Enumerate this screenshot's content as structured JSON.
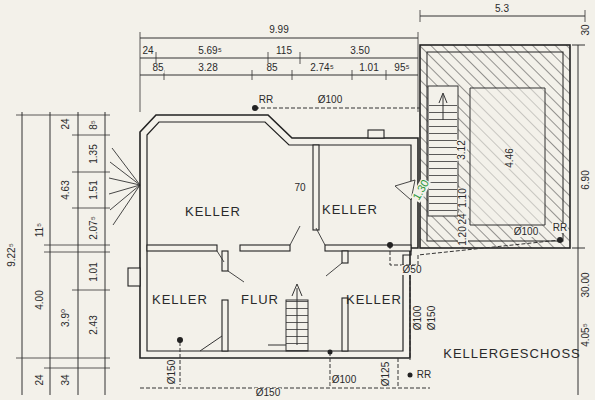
{
  "diagram": {
    "nodes": [
      {
        "text": [
          "KELLER"
        ]
      },
      {
        "text": [
          "KELLER"
        ]
      },
      {
        "text": [
          "KELLER"
        ]
      },
      {
        "text": [
          "FLUR"
        ]
      },
      {
        "text": [
          "KELLER"
        ]
      }
    ],
    "labels": [
      "9.99",
      "5.3",
      "30",
      "24",
      "5.69⁵",
      "115",
      "3.50",
      "85",
      "3.28",
      "85",
      "2.74⁵",
      "1.01",
      "95⁵",
      "RR",
      "Ø100",
      "9.22⁵",
      "11⁵",
      "4.00",
      "24",
      "24",
      "4.63",
      "3.9⁰",
      "34",
      "8⁵",
      "1.35",
      "1.51",
      "2.07⁵",
      "1.01",
      "2.43",
      "70",
      "1.30",
      "3.12",
      "4.46",
      "1.10",
      "24",
      "1.20",
      "Ø100",
      "RR",
      "6.90",
      "30.00",
      "4.05⁵",
      "Ø50",
      "Ø100",
      "Ø150",
      "Ø150",
      "Ø150",
      "Ø100",
      "Ø125",
      "RR",
      "KELLERGESCHOSS"
    ]
  }
}
